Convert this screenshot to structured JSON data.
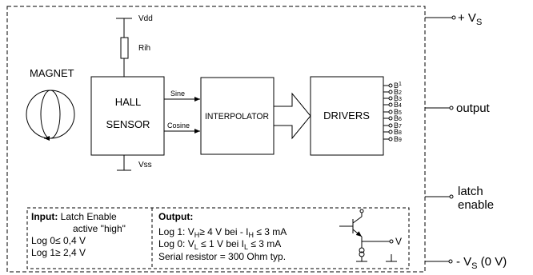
{
  "magnet": {
    "label": "MAGNET"
  },
  "hall_sensor": {
    "line1": "HALL",
    "line2": "SENSOR"
  },
  "resistor": {
    "label": "Rih"
  },
  "supply": {
    "vdd": "Vdd",
    "vss": "Vss"
  },
  "signals": {
    "sine": "Sine",
    "cosine": "Cosine"
  },
  "interpolator": {
    "label": "INTERPOLATOR"
  },
  "drivers": {
    "label": "DRIVERS"
  },
  "outputs_pins": [
    "B1",
    "B2",
    "B3",
    "B4",
    "B5",
    "B6",
    "B7",
    "B8",
    "B9"
  ],
  "terminals": {
    "plus_vs_prefix": "+ V",
    "plus_vs_sub": "S",
    "output": "output",
    "latch_line1": "latch",
    "latch_line2": "enable",
    "minus_vs_prefix": "- V",
    "minus_vs_sub": "S",
    "minus_vs_suffix": " (0 V)"
  },
  "input_box": {
    "title": "Input:",
    "title_rest": " Latch Enable",
    "active": "active \"high\"",
    "log0": "Log 0≤ 0,4 V",
    "log1": "Log 1≥ 2,4 V"
  },
  "output_box": {
    "title": "Output:",
    "log1_a": "Log 1:  V",
    "log1_sub1": "H",
    "log1_b": "≥ 4 V bei  - I",
    "log1_sub2": "H",
    "log1_c": " ≤ 3 mA",
    "log0_a": "Log 0:  V",
    "log0_sub1": "L",
    "log0_b": " ≤ 1 V bei    I",
    "log0_sub2": "L",
    "log0_c": " ≤ 3 mA",
    "serial": "Serial resistor  =  300 Ohm typ.",
    "v_label": "V"
  }
}
